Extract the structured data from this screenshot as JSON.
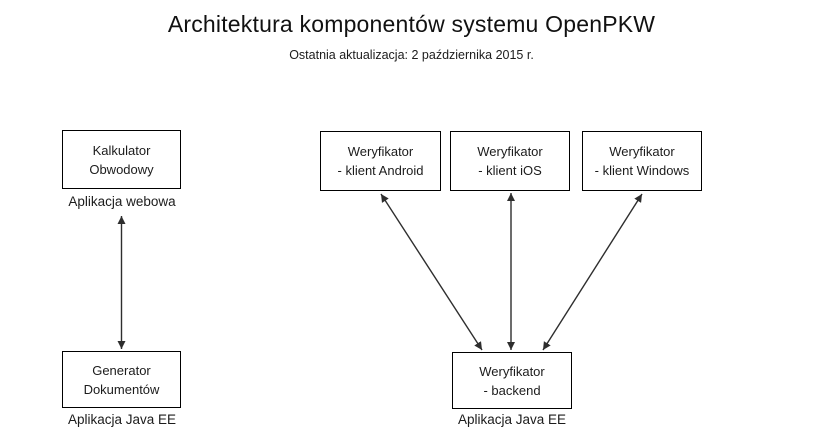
{
  "title": "Architektura komponentów systemu OpenPKW",
  "subtitle": "Ostatnia aktualizacja: 2 października 2015 r.",
  "nodes": {
    "kalkulator": {
      "line1": "Kalkulator",
      "line2": "Obwodowy",
      "caption": "Aplikacja webowa"
    },
    "generator": {
      "line1": "Generator",
      "line2": "Dokumentów",
      "caption": "Aplikacja Java EE"
    },
    "weryfikator_android": {
      "line1": "Weryfikator",
      "line2": "- klient Android"
    },
    "weryfikator_ios": {
      "line1": "Weryfikator",
      "line2": "- klient iOS"
    },
    "weryfikator_windows": {
      "line1": "Weryfikator",
      "line2": "- klient Windows"
    },
    "weryfikator_backend": {
      "line1": "Weryfikator",
      "line2": "- backend",
      "caption": "Aplikacja Java EE"
    }
  },
  "edges": [
    {
      "from": "kalkulator",
      "to": "generator",
      "bidirectional": true
    },
    {
      "from": "weryfikator_android",
      "to": "weryfikator_backend",
      "bidirectional": true
    },
    {
      "from": "weryfikator_ios",
      "to": "weryfikator_backend",
      "bidirectional": true
    },
    {
      "from": "weryfikator_windows",
      "to": "weryfikator_backend",
      "bidirectional": true
    }
  ],
  "colors": {
    "background": "#ffffff",
    "box_border": "#000000",
    "text": "#1c1c1c",
    "arrow": "#2e2e2e"
  }
}
